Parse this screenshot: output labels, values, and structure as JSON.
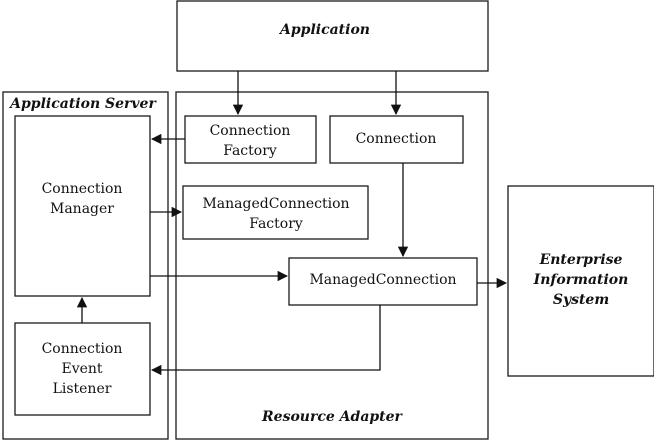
{
  "labels": {
    "application": "Application",
    "application_server": "Application Server",
    "resource_adapter": "Resource Adapter",
    "eis_line1": "Enterprise",
    "eis_line2": "Information",
    "eis_line3": "System",
    "cf_line1": "Connection",
    "cf_line2": "Factory",
    "connection": "Connection",
    "cm_line1": "Connection",
    "cm_line2": "Manager",
    "mcf_line1": "ManagedConnection",
    "mcf_line2": "Factory",
    "managed_connection": "ManagedConnection",
    "cel_line1": "Connection",
    "cel_line2": "Event",
    "cel_line3": "Listener"
  },
  "colors": {
    "stroke": "#1a1a1a",
    "text": "#111111",
    "background": "#ffffff"
  }
}
